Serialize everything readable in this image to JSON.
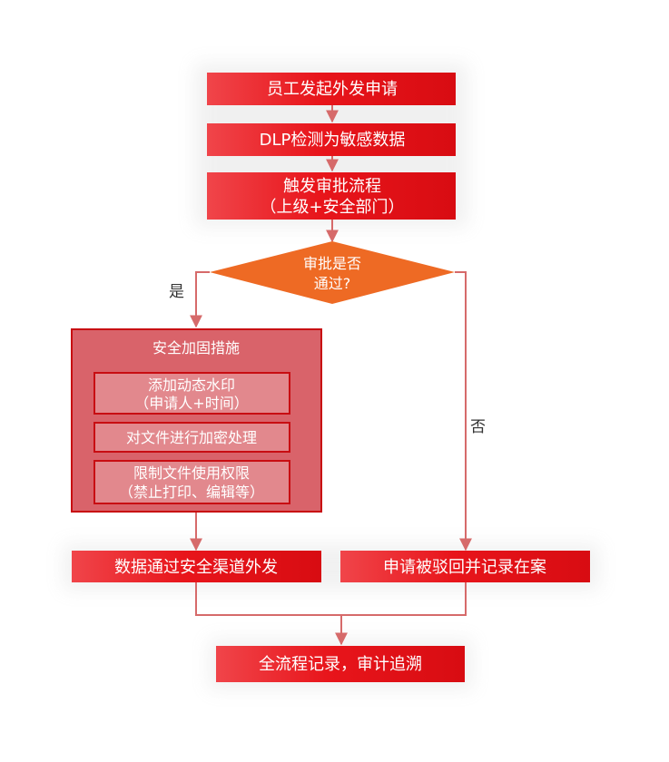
{
  "colors": {
    "node_red": "#e8151b",
    "node_red_dark": "#c80d12",
    "decision_orange": "#ee6a24",
    "group_fill": "#d9636a",
    "group_border": "#c80d12",
    "sub_fill": "#e2888d",
    "sub_border": "#c80d12",
    "edge": "#d66a6a"
  },
  "nodes": {
    "start": {
      "lines": [
        "员工发起外发申请"
      ]
    },
    "detect": {
      "lines": [
        "DLP检测为敏感数据"
      ]
    },
    "approve": {
      "lines": [
        "触发审批流程",
        "（上级+安全部门）"
      ]
    },
    "decision": {
      "lines": [
        "审批是否",
        "通过?"
      ]
    },
    "group": {
      "title": "安全加固措施"
    },
    "watermark": {
      "lines": [
        "添加动态水印",
        "（申请人+时间）"
      ]
    },
    "encrypt": {
      "lines": [
        "对文件进行加密处理"
      ]
    },
    "restrict": {
      "lines": [
        "限制文件使用权限",
        "（禁止打印、编辑等）"
      ]
    },
    "send": {
      "lines": [
        "数据通过安全渠道外发"
      ]
    },
    "reject": {
      "lines": [
        "申请被驳回并记录在案"
      ]
    },
    "audit": {
      "lines": [
        "全流程记录，审计追溯"
      ]
    }
  },
  "edge_labels": {
    "yes": "是",
    "no": "否"
  }
}
